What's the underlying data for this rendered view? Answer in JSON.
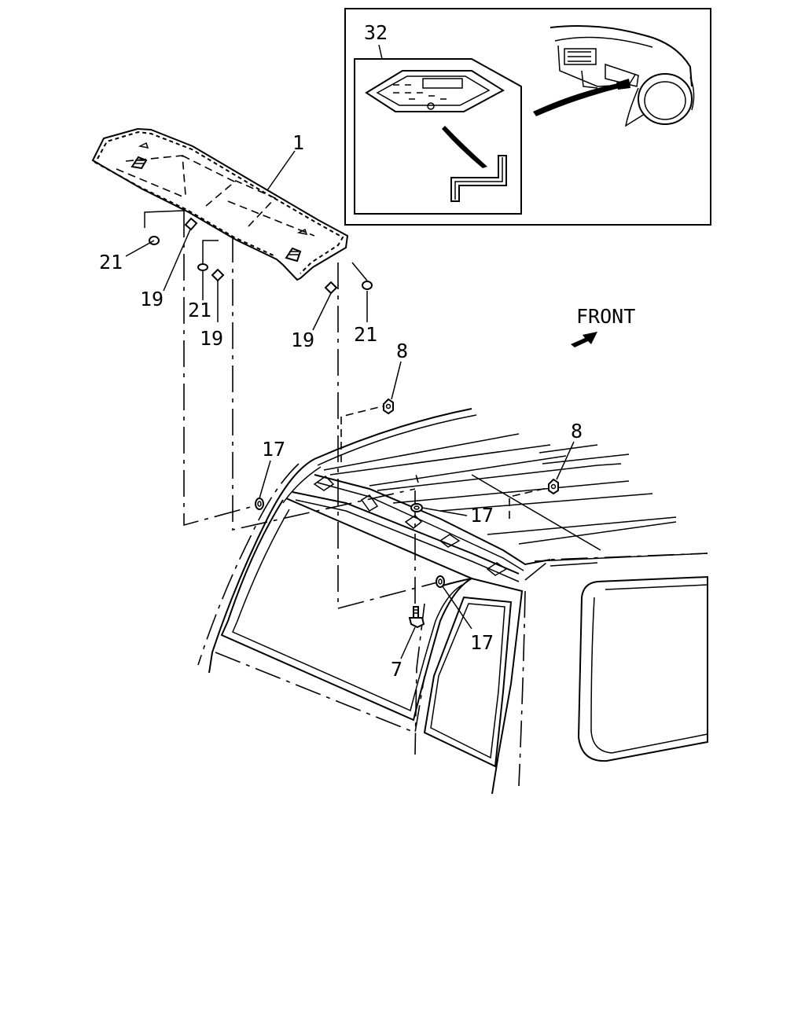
{
  "diagram": {
    "inset_label": "32",
    "callouts": {
      "headliner": "1",
      "grommet_left": "21",
      "clip_left": "19",
      "grommet_mid": "21",
      "clip_mid": "19",
      "clip_right": "19",
      "grommet_right": "21",
      "nut_top": "8",
      "nut_right": "8",
      "clip_17_left": "17",
      "clip_17_center": "17",
      "clip_17_lower": "17",
      "bolt": "7"
    },
    "direction_label": "FRONT"
  }
}
